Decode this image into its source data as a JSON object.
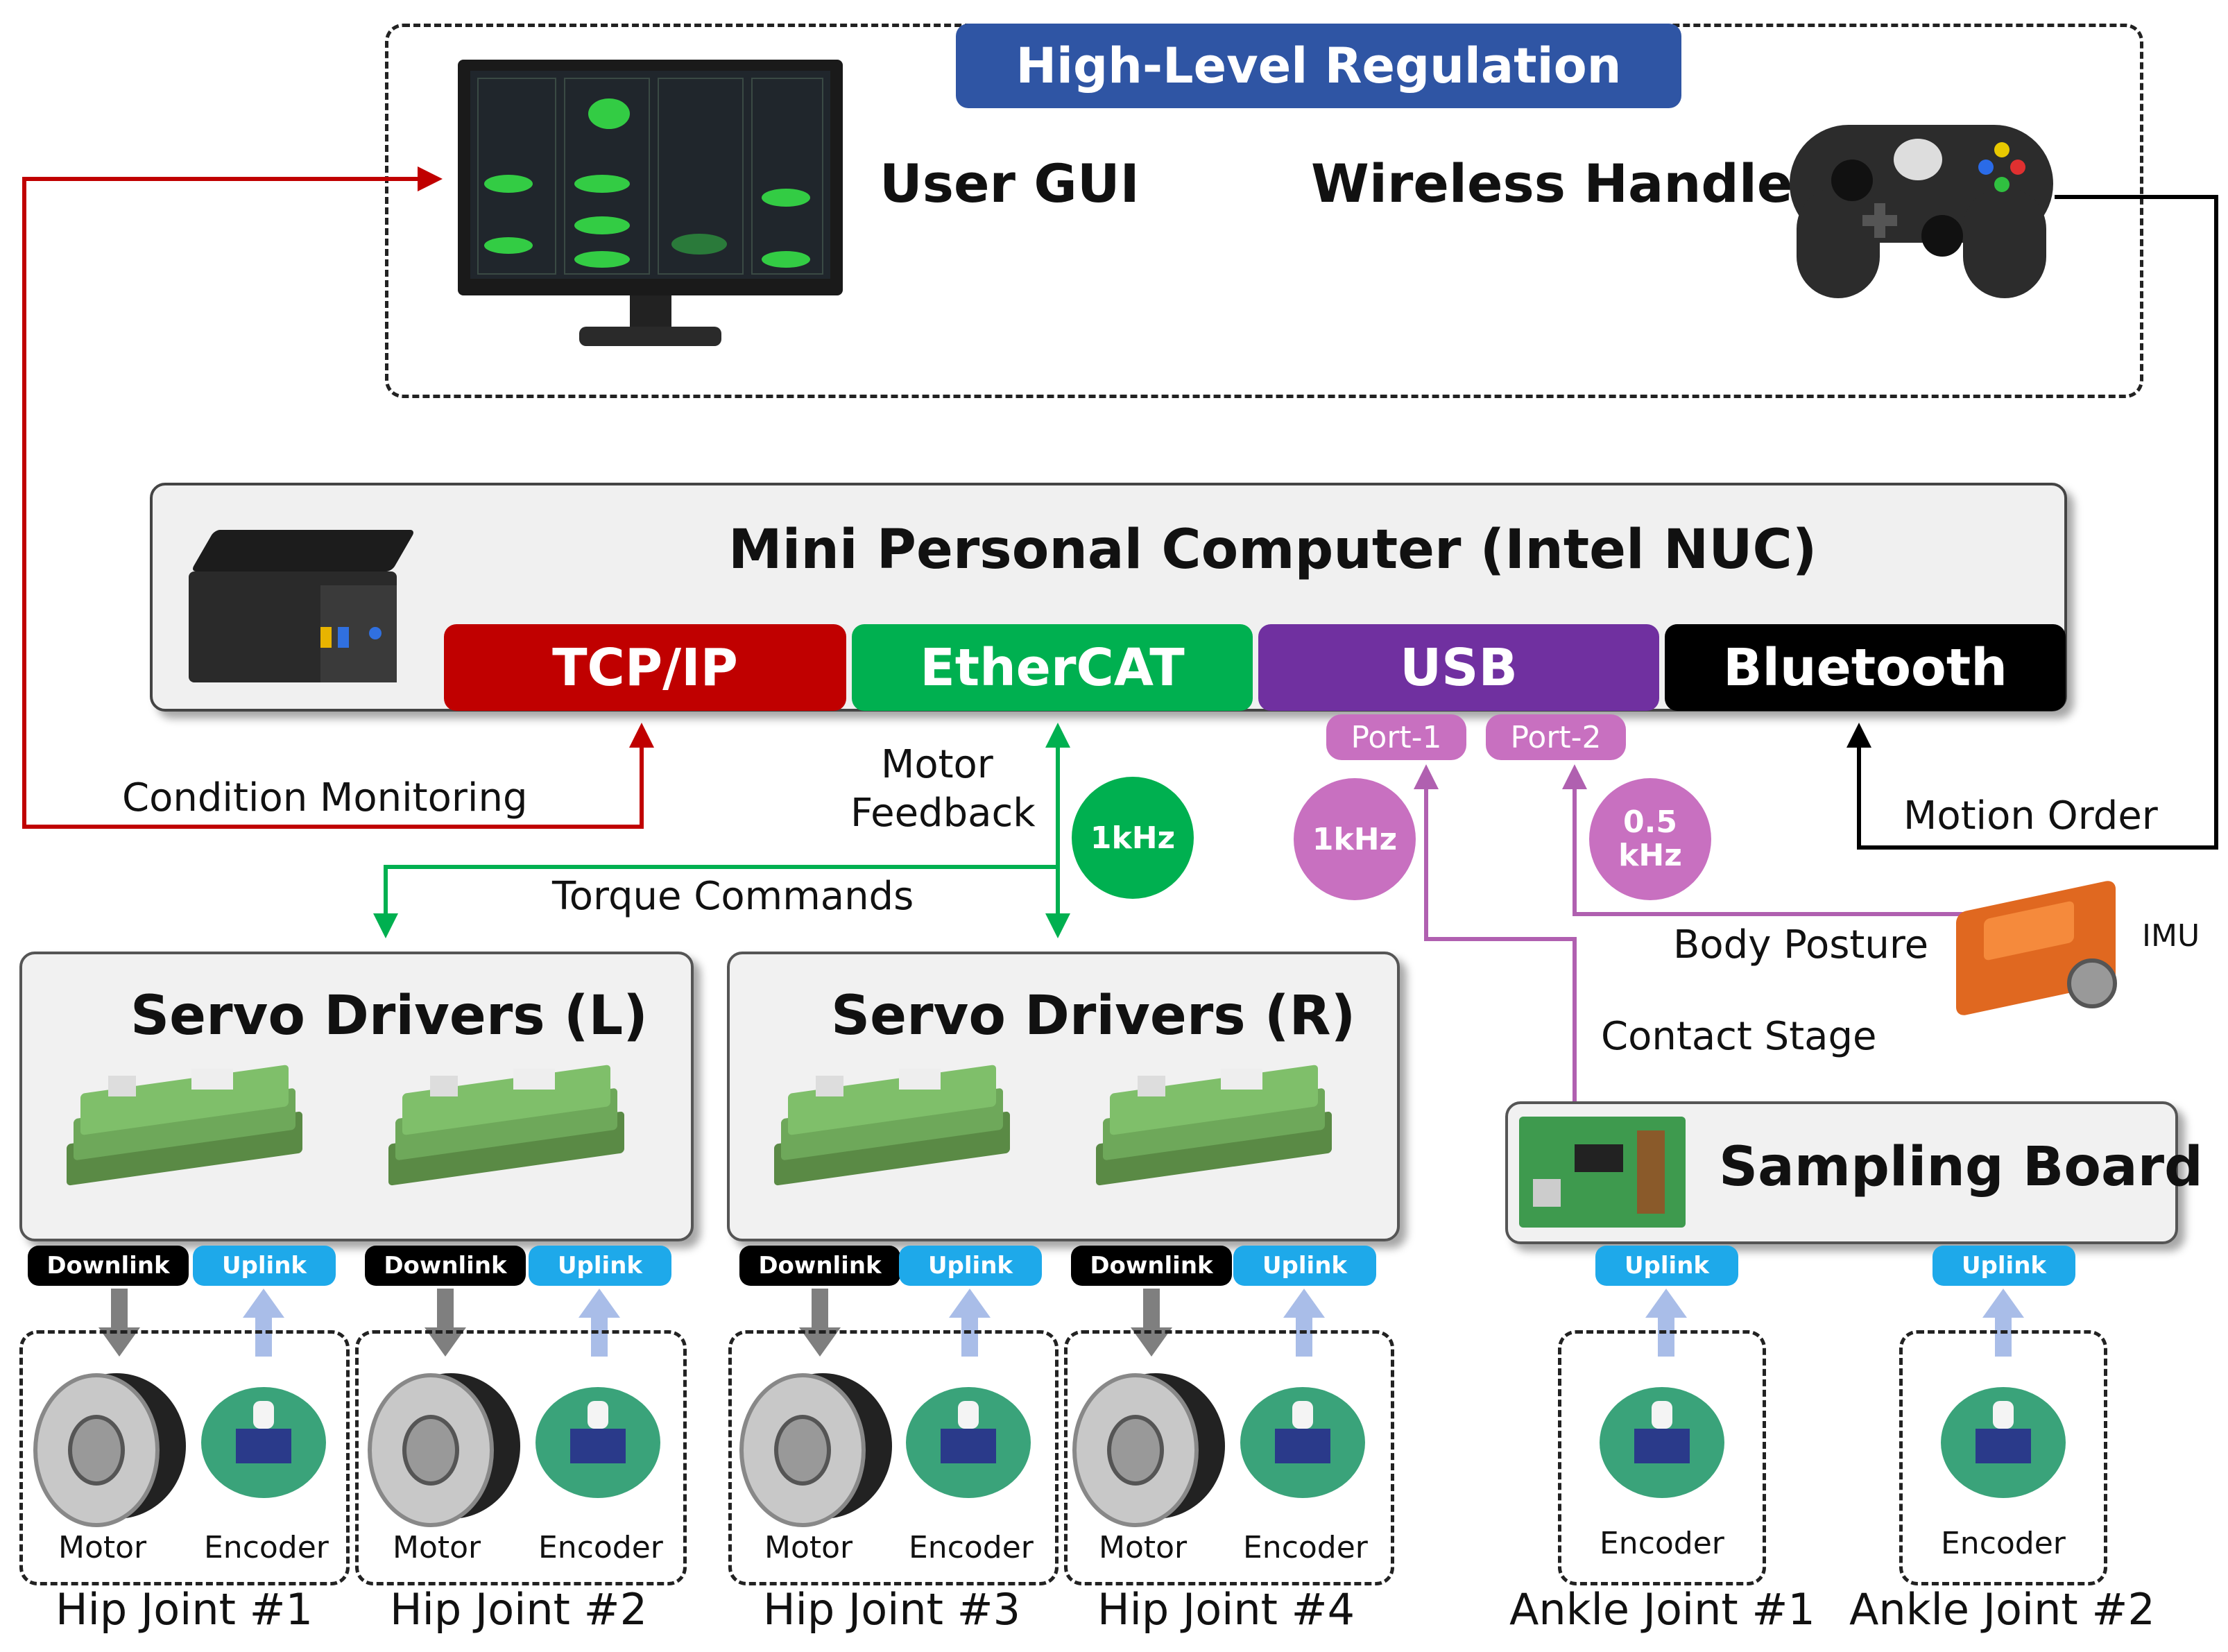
{
  "header": {
    "title": "High-Level Regulation",
    "color": "#2f55a4"
  },
  "top": {
    "user_gui": "User GUI",
    "wireless_handle": "Wireless Handle"
  },
  "computer": {
    "title": "Mini Personal Computer (Intel NUC)",
    "interfaces": [
      {
        "label": "TCP/IP",
        "color": "#c00000"
      },
      {
        "label": "EtherCAT",
        "color": "#00b050"
      },
      {
        "label": "USB",
        "color": "#7030a0"
      },
      {
        "label": "Bluetooth",
        "color": "#000000"
      }
    ],
    "ports": [
      "Port-1",
      "Port-2"
    ]
  },
  "signals": {
    "condition_monitoring": "Condition Monitoring",
    "motor_feedback_line1": "Motor",
    "motor_feedback_line2": "Feedback",
    "torque_commands": "Torque Commands",
    "motion_order": "Motion Order",
    "body_posture": "Body Posture",
    "imu": "IMU",
    "contact_stage": "Contact Stage",
    "rate_ethercat": "1kHz",
    "rate_port1": "1kHz",
    "rate_port2_line1": "0.5",
    "rate_port2_line2": "kHz"
  },
  "servo_left": {
    "title": "Servo Drivers (L)"
  },
  "servo_right": {
    "title": "Servo Drivers (R)"
  },
  "sampling_board": {
    "title": "Sampling Board"
  },
  "link_labels": {
    "downlink": "Downlink",
    "uplink": "Uplink"
  },
  "components": {
    "motor": "Motor",
    "encoder": "Encoder"
  },
  "joints": [
    "Hip Joint #1",
    "Hip Joint #2",
    "Hip Joint #3",
    "Hip Joint #4",
    "Ankle Joint #1",
    "Ankle Joint #2"
  ],
  "colors": {
    "tcp_line": "#c00000",
    "ethercat_line": "#00b050",
    "usb_line": "#b060b0",
    "usb_circle": "#c870c0",
    "bluetooth_line": "#000000",
    "downlink_arrow": "#7f7f7f",
    "uplink_arrow": "#a9bde8"
  }
}
